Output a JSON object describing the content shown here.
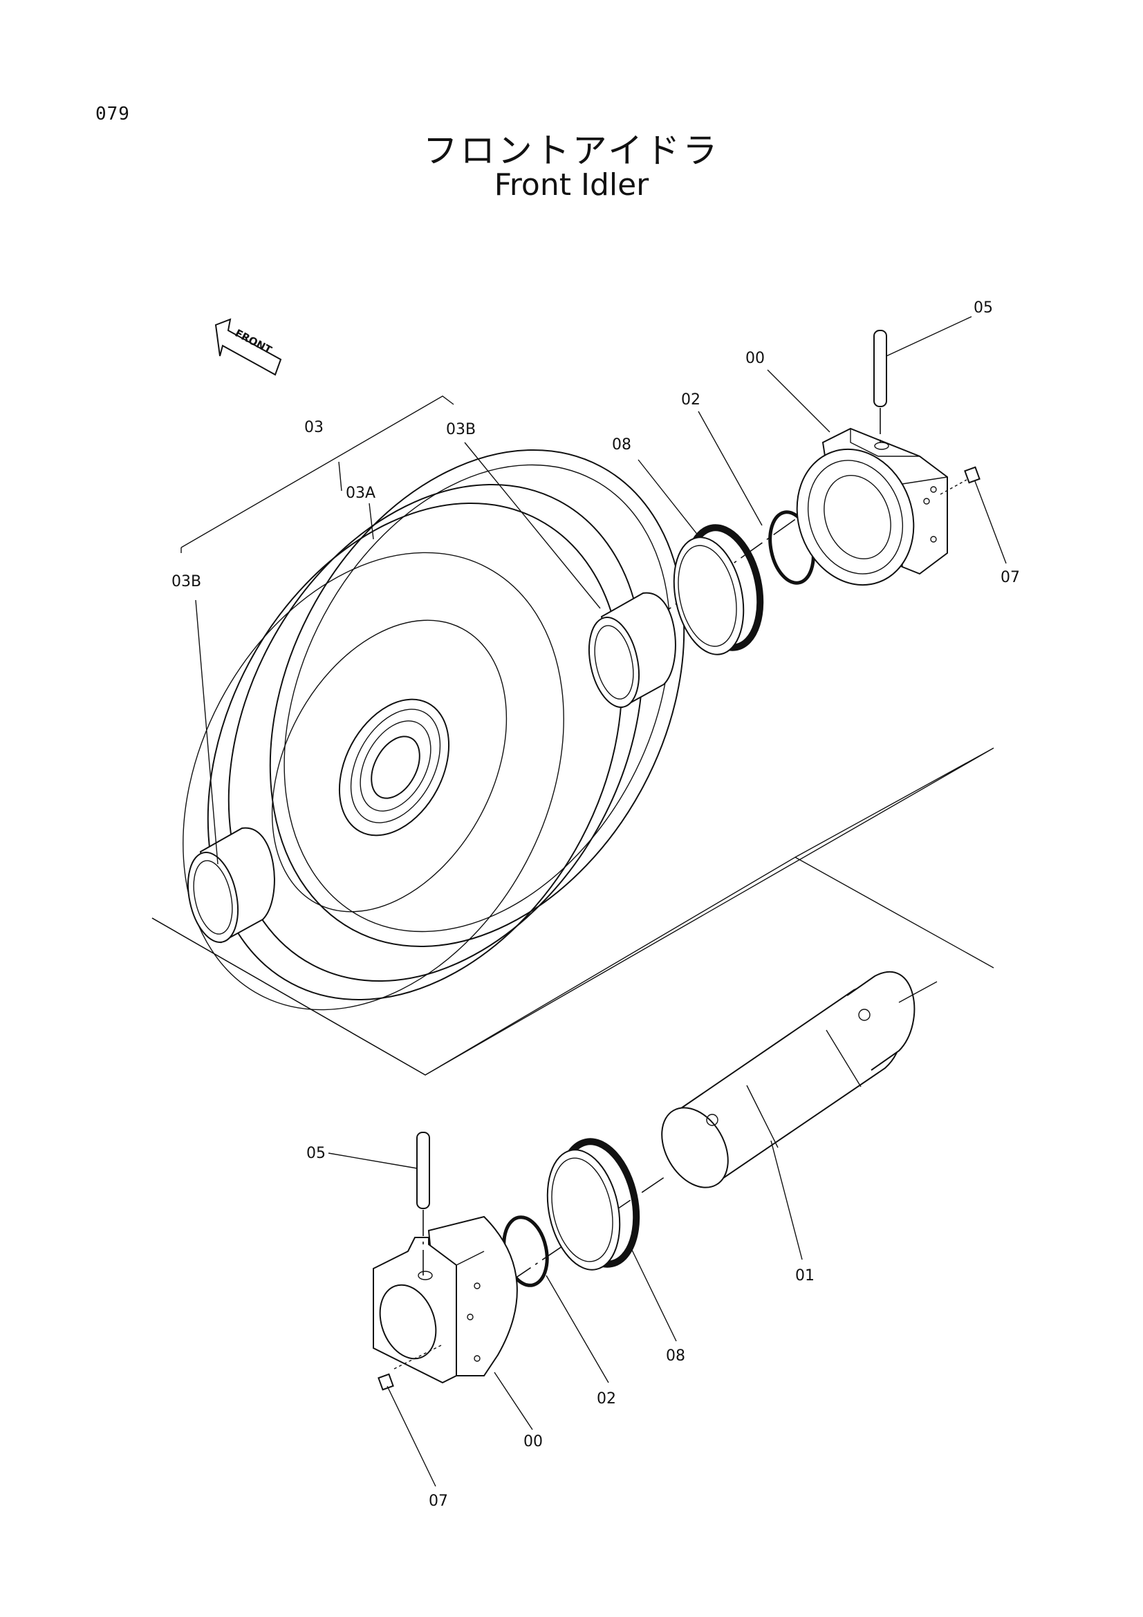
{
  "page_number": "079",
  "title_ja": "フロントアイドラ",
  "title_en": "Front Idler",
  "front_arrow_label": "FRONT",
  "callouts": {
    "c03": "03",
    "c03a": "03A",
    "c03b_left": "03B",
    "c03b_right": "03B",
    "c08_top": "08",
    "c02_top": "02",
    "c00_top": "00",
    "c05_top": "05",
    "c07_top": "07",
    "c05_bottom": "05",
    "c01": "01",
    "c08_bottom": "08",
    "c02_bottom": "02",
    "c00_bottom": "00",
    "c07_bottom": "07"
  }
}
